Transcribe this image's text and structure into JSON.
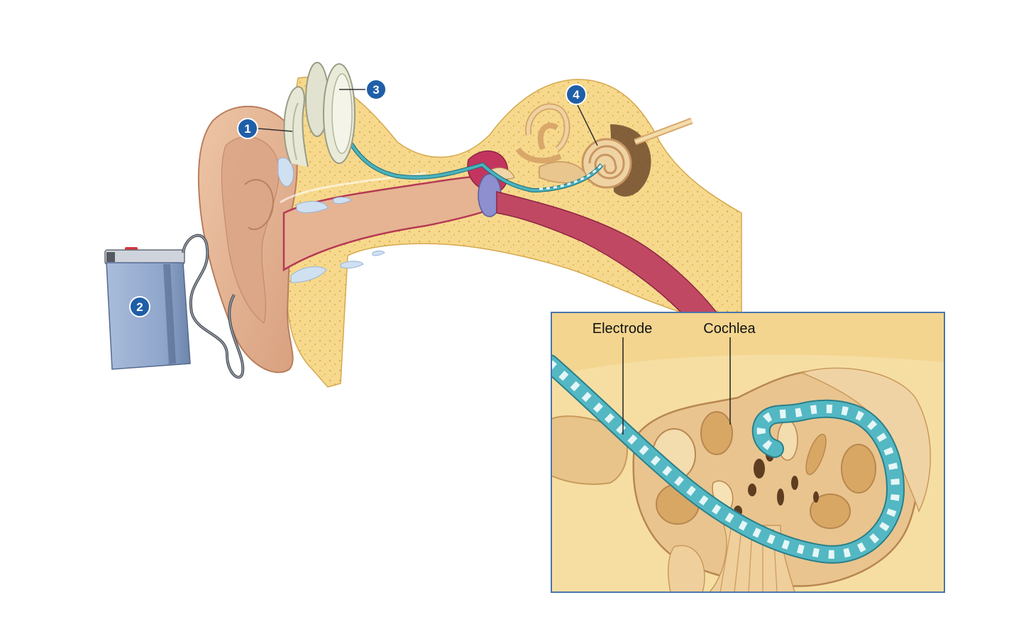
{
  "callouts": [
    {
      "number": "1",
      "part": "microphone"
    },
    {
      "number": "2",
      "part": "speech-processor"
    },
    {
      "number": "3",
      "part": "transmitter-receiver"
    },
    {
      "number": "4",
      "part": "electrode-array"
    }
  ],
  "inset": {
    "labels": {
      "electrode": "Electrode",
      "cochlea": "Cochlea"
    }
  },
  "colors": {
    "callout_badge": "#1f5ea8",
    "bone": "#f6d98c",
    "bone_dots": "#e0b558",
    "skin": "#e7b999",
    "skin_dark": "#c8906e",
    "canal_red": "#b53a55",
    "electrode": "#4bb2bd",
    "electrode_band": "#e6f6f7",
    "processor_body": "#8fa6cb",
    "inset_border": "#4a76ad",
    "inset_bg": "#f3d58f",
    "cochlea_tissue": "#e9c48f"
  }
}
